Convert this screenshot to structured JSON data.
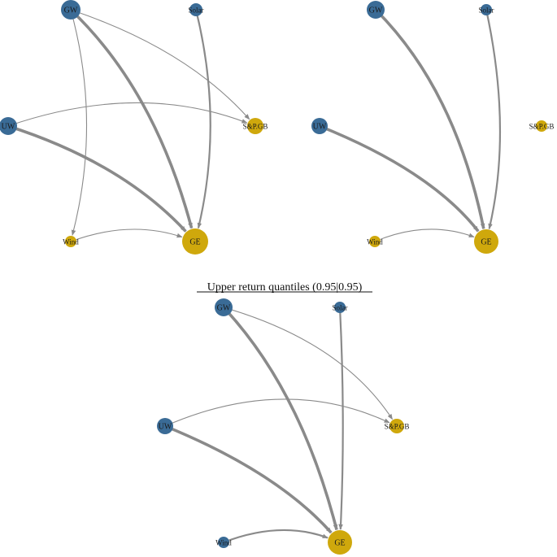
{
  "colors": {
    "source_node": "#3a6b96",
    "target_node": "#cfa80c",
    "edge": "#8a8a8a",
    "arrow": "#8a8a8a"
  },
  "panels": [
    {
      "title": "",
      "nodes": [
        {
          "id": "GW",
          "label": "GW",
          "group": "source"
        },
        {
          "id": "Solar",
          "label": "Solar",
          "group": "source"
        },
        {
          "id": "UW",
          "label": "UW",
          "group": "source"
        },
        {
          "id": "SPGB",
          "label": "S&P.GB",
          "group": "target"
        },
        {
          "id": "Wind",
          "label": "Wind",
          "group": "target"
        },
        {
          "id": "GE",
          "label": "GE",
          "group": "target"
        }
      ],
      "edges": [
        {
          "from": "GW",
          "to": "GE",
          "weight": "strong"
        },
        {
          "from": "GW",
          "to": "SPGB",
          "weight": "weak"
        },
        {
          "from": "GW",
          "to": "Wind",
          "weight": "weak"
        },
        {
          "from": "Solar",
          "to": "GE",
          "weight": "medium"
        },
        {
          "from": "UW",
          "to": "GE",
          "weight": "strong"
        },
        {
          "from": "UW",
          "to": "SPGB",
          "weight": "weak"
        },
        {
          "from": "Wind",
          "to": "GE",
          "weight": "weak"
        }
      ]
    },
    {
      "title": "",
      "nodes": [
        {
          "id": "GW",
          "label": "GW",
          "group": "source"
        },
        {
          "id": "Solar",
          "label": "Solar",
          "group": "source"
        },
        {
          "id": "UW",
          "label": "UW",
          "group": "source"
        },
        {
          "id": "SPGB",
          "label": "S&P.GB",
          "group": "target"
        },
        {
          "id": "Wind",
          "label": "Wind",
          "group": "target"
        },
        {
          "id": "GE",
          "label": "GE",
          "group": "target"
        }
      ],
      "edges": [
        {
          "from": "GW",
          "to": "GE",
          "weight": "strong"
        },
        {
          "from": "Solar",
          "to": "GE",
          "weight": "medium"
        },
        {
          "from": "UW",
          "to": "GE",
          "weight": "strong"
        },
        {
          "from": "Wind",
          "to": "GE",
          "weight": "weak"
        }
      ]
    },
    {
      "title": "Upper return quantiles (0.95|0.95)",
      "nodes": [
        {
          "id": "GW",
          "label": "GW",
          "group": "source"
        },
        {
          "id": "Solar",
          "label": "Solar",
          "group": "source"
        },
        {
          "id": "UW",
          "label": "UW",
          "group": "source"
        },
        {
          "id": "SPGB",
          "label": "S&P.GB",
          "group": "target"
        },
        {
          "id": "Wind",
          "label": "Wind",
          "group": "source"
        },
        {
          "id": "GE",
          "label": "GE",
          "group": "target"
        }
      ],
      "edges": [
        {
          "from": "GW",
          "to": "GE",
          "weight": "strong"
        },
        {
          "from": "GW",
          "to": "SPGB",
          "weight": "weak"
        },
        {
          "from": "Solar",
          "to": "GE",
          "weight": "medium"
        },
        {
          "from": "UW",
          "to": "GE",
          "weight": "strong"
        },
        {
          "from": "UW",
          "to": "SPGB",
          "weight": "weak"
        },
        {
          "from": "Wind",
          "to": "GE",
          "weight": "medium"
        }
      ]
    }
  ]
}
